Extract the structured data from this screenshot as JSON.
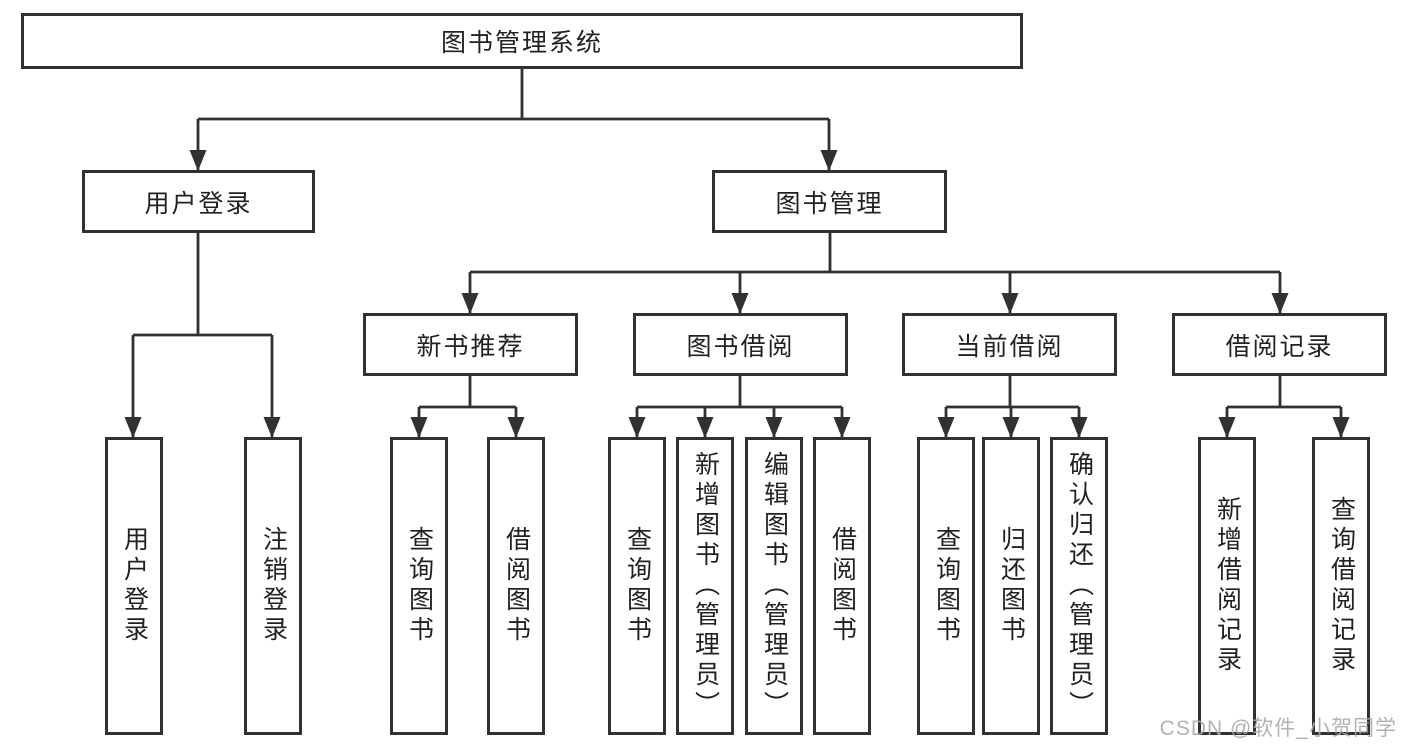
{
  "colors": {
    "line": "#2f3133",
    "node_text": "#1f2124",
    "watermark": "#a7aaaf",
    "background": "#ffffff"
  },
  "tree": {
    "root": {
      "label": "图书管理系统"
    },
    "branches": [
      {
        "label": "用户登录",
        "leaves": [
          {
            "label": "用户登录"
          },
          {
            "label": "注销登录"
          }
        ]
      },
      {
        "label": "图书管理",
        "groups": [
          {
            "label": "新书推荐",
            "leaves": [
              {
                "label": "查询图书"
              },
              {
                "label": "借阅图书"
              }
            ]
          },
          {
            "label": "图书借阅",
            "leaves": [
              {
                "label": "查询图书"
              },
              {
                "label": "新增图书（管理员）"
              },
              {
                "label": "编辑图书（管理员）"
              },
              {
                "label": "借阅图书"
              }
            ]
          },
          {
            "label": "当前借阅",
            "leaves": [
              {
                "label": "查询图书"
              },
              {
                "label": "归还图书"
              },
              {
                "label": "确认归还（管理员）"
              }
            ]
          },
          {
            "label": "借阅记录",
            "leaves": [
              {
                "label": "新增借阅记录"
              },
              {
                "label": "查询借阅记录"
              }
            ]
          }
        ]
      }
    ]
  },
  "watermark": {
    "text": "CSDN @软件_小贺同学"
  }
}
